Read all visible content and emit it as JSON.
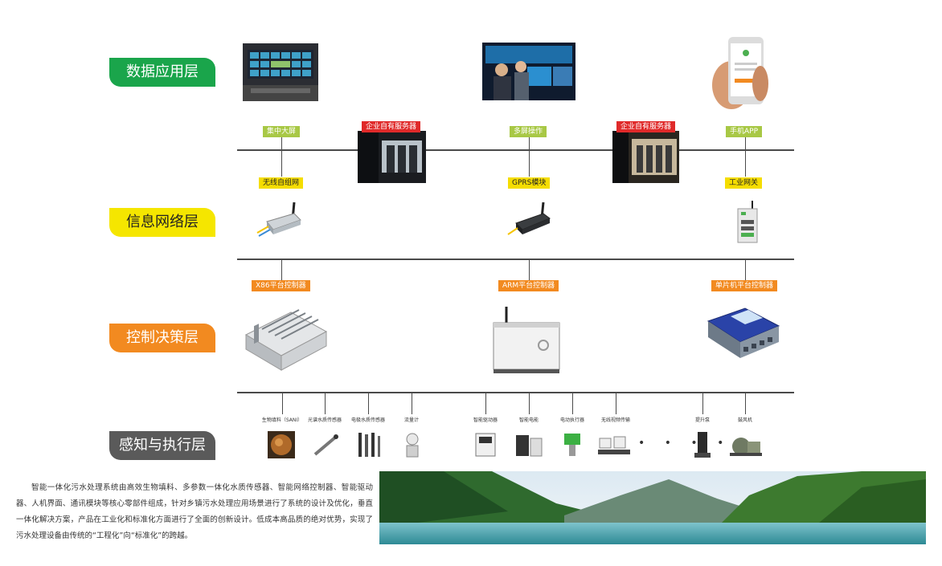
{
  "layers": {
    "data_app": "数据应用层",
    "info_net": "信息网络层",
    "control": "控制决策层",
    "sense": "感知与执行层"
  },
  "top_tags": {
    "big_screen": "集中大屏",
    "server1": "企业自有服务器",
    "multi_screen": "多屏操作",
    "server2": "企业自有服务器",
    "mobile_app": "手机APP"
  },
  "net_tags": {
    "wireless": "无线自组网",
    "gprs": "GPRS模块",
    "gateway": "工业网关"
  },
  "ctrl_tags": {
    "x86": "X86平台控制器",
    "arm": "ARM平台控制器",
    "mcu": "单片机平台控制器"
  },
  "sensors": [
    "生物填料（SANI）",
    "光谱水质传感器",
    "电极水质传感器",
    "流量计",
    "智能驱动器",
    "智能电能",
    "电动执行器",
    "无线视频传输",
    "提升泵",
    "鼓风机"
  ],
  "ellipsis": "• • • • •",
  "description": "智能一体化污水处理系统由高效生物填料、多参数一体化水质传感器、智能网络控制器、智能驱动器、人机界面、通讯模块等核心零部件组成，针对乡镇污水处理应用场景进行了系统的设计及优化，垂直一体化解决方案，产品在工业化和标准化方面进行了全面的创新设计。低成本高品质的绝对优势，实现了污水处理设备由传统的“工程化”向“标准化”的跨越。",
  "colors": {
    "data_app": "#1aa54b",
    "info_net": "#f5e600",
    "control": "#f28a20",
    "sense": "#5a5a5a"
  }
}
